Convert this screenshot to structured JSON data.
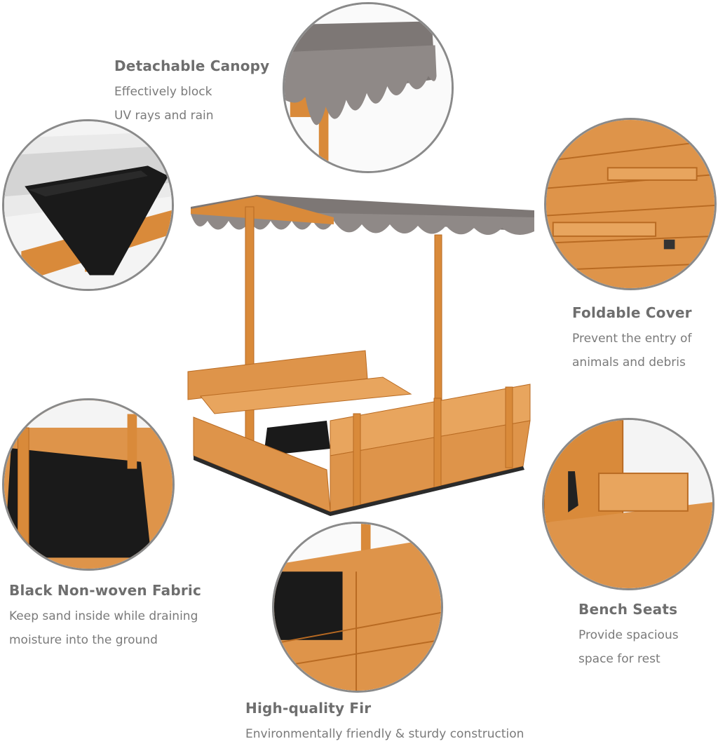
{
  "features": {
    "canopy": {
      "title": "Detachable Canopy",
      "lines": [
        "Effectively block",
        "UV rays and rain"
      ]
    },
    "cover": {
      "title": "Foldable Cover",
      "lines": [
        "Prevent the entry of",
        "animals and debris"
      ]
    },
    "fabric": {
      "title": "Black Non-woven Fabric",
      "lines": [
        "Keep sand inside while draining",
        "moisture into the ground"
      ]
    },
    "bench": {
      "title": "Bench Seats",
      "lines": [
        "Provide spacious",
        "space for rest"
      ]
    },
    "fir": {
      "title": "High-quality Fir",
      "lines": [
        "Environmentally friendly & sturdy construction"
      ]
    }
  },
  "colors": {
    "wood": "#d98a3a",
    "wood_dark": "#b86a22",
    "canopy": "#7d7775",
    "fabric": "#1a1a1a",
    "ring": "#8a8a8a",
    "text_title": "#6e6e6e",
    "text_body": "#7a7a7a"
  }
}
